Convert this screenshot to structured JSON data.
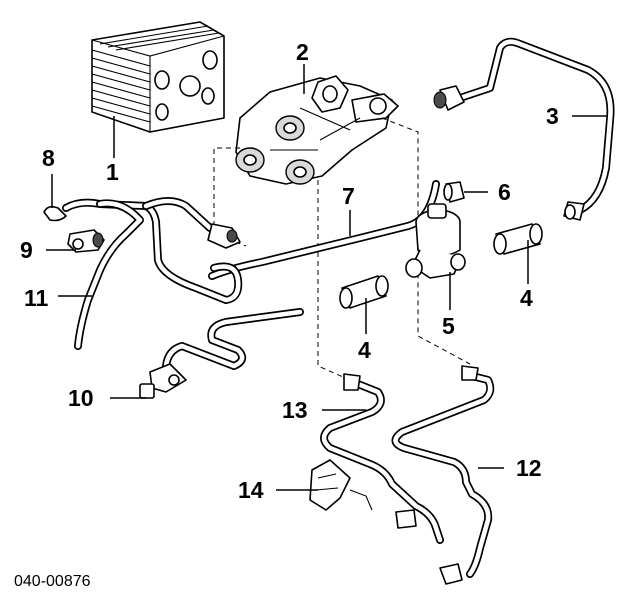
{
  "diagram": {
    "code": "040-00876",
    "callouts": [
      {
        "id": "1",
        "text": "1"
      },
      {
        "id": "2",
        "text": "2"
      },
      {
        "id": "3",
        "text": "3"
      },
      {
        "id": "4a",
        "text": "4"
      },
      {
        "id": "4b",
        "text": "4"
      },
      {
        "id": "5",
        "text": "5"
      },
      {
        "id": "6",
        "text": "6"
      },
      {
        "id": "7",
        "text": "7"
      },
      {
        "id": "8",
        "text": "8"
      },
      {
        "id": "9",
        "text": "9"
      },
      {
        "id": "10",
        "text": "10"
      },
      {
        "id": "11",
        "text": "11"
      },
      {
        "id": "12",
        "text": "12"
      },
      {
        "id": "13",
        "text": "13"
      },
      {
        "id": "14",
        "text": "14"
      }
    ]
  }
}
